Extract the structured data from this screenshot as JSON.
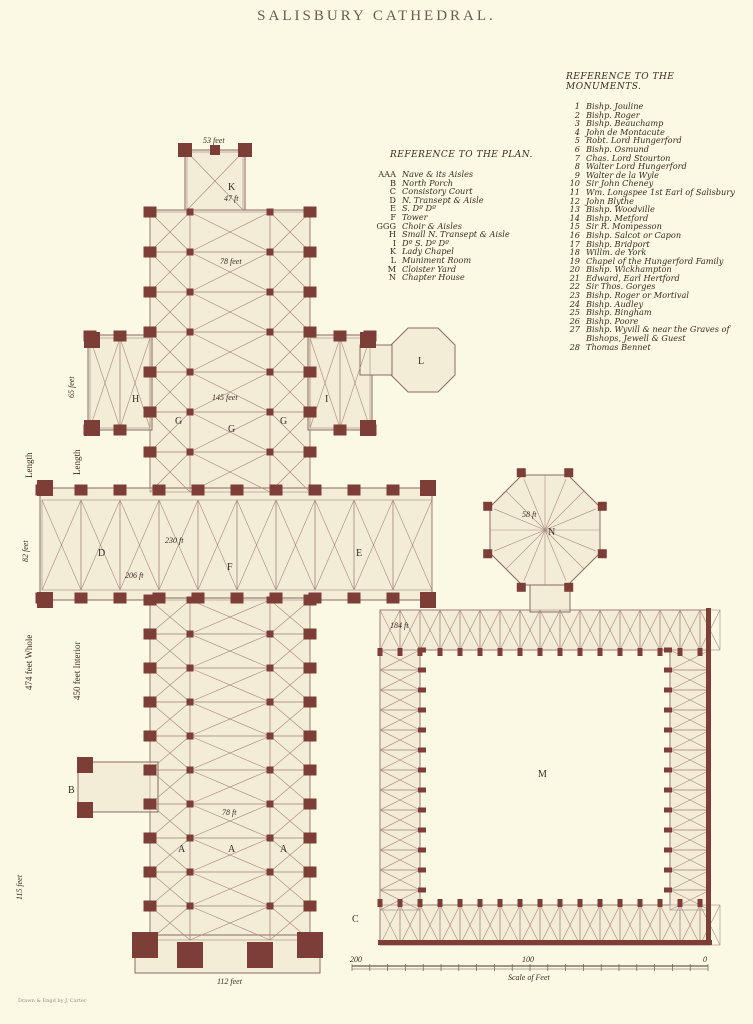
{
  "title": "SALISBURY CATHEDRAL.",
  "colors": {
    "paper": "#fbf9e3",
    "wall": "#7d3e38",
    "line": "#8a6a60"
  },
  "plan_reference": {
    "heading": "REFERENCE TO THE PLAN.",
    "items": [
      {
        "key": "AAA",
        "label": "Nave & its Aisles"
      },
      {
        "key": "B",
        "label": "North Porch"
      },
      {
        "key": "C",
        "label": "Consistory Court"
      },
      {
        "key": "D",
        "label": "N. Transept & Aisle"
      },
      {
        "key": "E",
        "label": "S. Dº        Dº"
      },
      {
        "key": "F",
        "label": "Tower"
      },
      {
        "key": "GGG",
        "label": "Choir & Aisles"
      },
      {
        "key": "H",
        "label": "Small N. Transept & Aisle"
      },
      {
        "key": "I",
        "label": "Dº    S.    Dº     Dº"
      },
      {
        "key": "K",
        "label": "Lady Chapel"
      },
      {
        "key": "L",
        "label": "Muniment Room"
      },
      {
        "key": "M",
        "label": "Cloister Yard"
      },
      {
        "key": "N",
        "label": "Chapter House"
      }
    ]
  },
  "monument_reference": {
    "heading": "REFERENCE TO THE MONUMENTS.",
    "items": [
      {
        "key": "1",
        "label": "Bishp. Jouline"
      },
      {
        "key": "2",
        "label": "Bishp. Roger"
      },
      {
        "key": "3",
        "label": "Bishp. Beauchamp"
      },
      {
        "key": "4",
        "label": "John de Montacute"
      },
      {
        "key": "5",
        "label": "Robt. Lord Hungerford"
      },
      {
        "key": "6",
        "label": "Bishp. Osmund"
      },
      {
        "key": "7",
        "label": "Chas. Lord Stourton"
      },
      {
        "key": "8",
        "label": "Walter Lord Hungerford"
      },
      {
        "key": "9",
        "label": "Walter de la Wyle"
      },
      {
        "key": "10",
        "label": "Sir John Cheney"
      },
      {
        "key": "11",
        "label": "Wm. Longspee 1st Earl of Salisbury"
      },
      {
        "key": "12",
        "label": "John Blythe"
      },
      {
        "key": "13",
        "label": "Bishp. Woodville"
      },
      {
        "key": "14",
        "label": "Bishp. Metford"
      },
      {
        "key": "15",
        "label": "Sir R. Mompesson"
      },
      {
        "key": "16",
        "label": "Bishp. Salcot or Capon"
      },
      {
        "key": "17",
        "label": "Bishp. Bridport"
      },
      {
        "key": "18",
        "label": "Willm. de York"
      },
      {
        "key": "19",
        "label": "Chapel of the Hungerford Family"
      },
      {
        "key": "20",
        "label": "Bishp. Wickhampton"
      },
      {
        "key": "21",
        "label": "Edward, Earl Hertford"
      },
      {
        "key": "22",
        "label": "Sir Thos. Gorges"
      },
      {
        "key": "23",
        "label": "Bishp. Roger or Mortival"
      },
      {
        "key": "24",
        "label": "Bishp. Audley"
      },
      {
        "key": "25",
        "label": "Bishp. Bingham"
      },
      {
        "key": "26",
        "label": "Bishp. Poore"
      },
      {
        "key": "27",
        "label": "Bishp. Wyvill & near the Graves of"
      },
      {
        "key": "",
        "label": "Bishops, Jewell & Guest"
      },
      {
        "key": "28",
        "label": "Thomas Bennet"
      }
    ]
  },
  "plan_labels": {
    "A1": "A",
    "A2": "A",
    "A3": "A",
    "B": "B",
    "C": "C",
    "D": "D",
    "E": "E",
    "F": "F",
    "G1": "G",
    "G2": "G",
    "G3": "G",
    "H": "H",
    "I": "I",
    "K": "K",
    "L": "L",
    "M": "M",
    "N": "N"
  },
  "dimensions": {
    "lady_chapel_width": "53 feet",
    "lady_chapel_inner": "47 ft",
    "choir_width": "78 feet",
    "choir_length": "145 feet",
    "tower": "230 ft",
    "transept": "206 ft",
    "cloister": "184 ft",
    "chapter_house": "58 ft",
    "nave_width": "78 ft",
    "west_front": "112 feet",
    "small_transept": "65 feet",
    "main_transept": "82 feet",
    "porch": "115 feet",
    "length1": "Length",
    "length2": "Length",
    "whole": "474 feet Whole",
    "interior": "450 feet Interior"
  },
  "scale": {
    "t200": "200",
    "t100": "100",
    "t0": "0",
    "label": "Scale of Feet"
  },
  "credit": "Drawn & Engd by J. Carter"
}
